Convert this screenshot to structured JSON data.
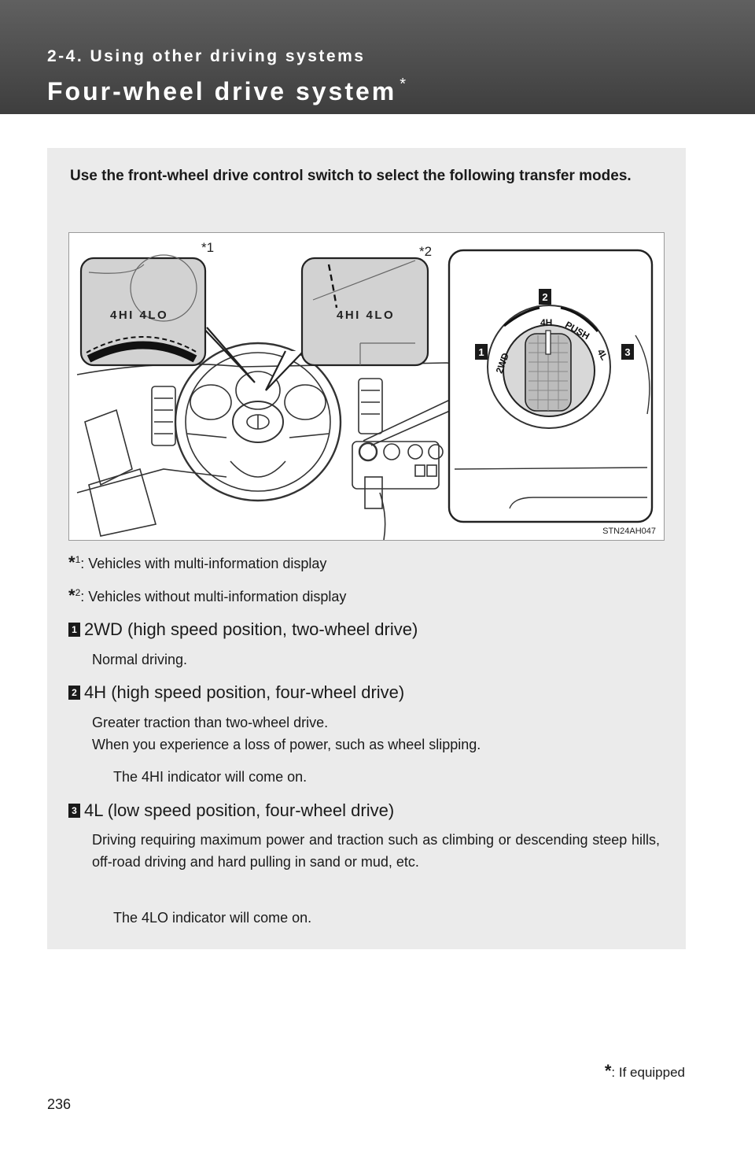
{
  "header": {
    "section": "2-4. Using other driving systems",
    "title": "Four-wheel drive system",
    "title_mark": "*"
  },
  "intro": "Use the front-wheel drive control switch to select the following transfer modes.",
  "figure": {
    "callout_1": "*1",
    "callout_2": "*2",
    "display_1_text": "4HI  4LO",
    "display_2_text": "4HI  4LO",
    "dial_labels": [
      "2WD",
      "4H",
      "PUSH",
      "4L"
    ],
    "markers": [
      "1",
      "2",
      "3"
    ],
    "code": "STN24AH047"
  },
  "footnotes": [
    {
      "mark": "*",
      "sup": "1",
      "text": ":  Vehicles with multi-information display"
    },
    {
      "mark": "*",
      "sup": "2",
      "text": ":  Vehicles without multi-information display"
    }
  ],
  "modes": [
    {
      "num": "1",
      "title": "2WD (high speed position, two-wheel drive)",
      "desc": [
        "Normal driving."
      ],
      "indicator": ""
    },
    {
      "num": "2",
      "title": "4H (high speed position, four-wheel drive)",
      "desc": [
        "Greater traction than two-wheel drive.",
        "When you experience a loss of power, such as wheel slipping."
      ],
      "indicator": "The 4HI indicator will come on."
    },
    {
      "num": "3",
      "title": "4L (low speed position, four-wheel drive)",
      "desc": [
        "Driving requiring maximum power and traction such as climbing or descending steep hills, off-road driving and hard pulling in sand or mud, etc."
      ],
      "indicator": "The 4LO indicator will come on."
    }
  ],
  "footer": {
    "mark": "*",
    "text": ": If equipped",
    "page_number": "236"
  }
}
